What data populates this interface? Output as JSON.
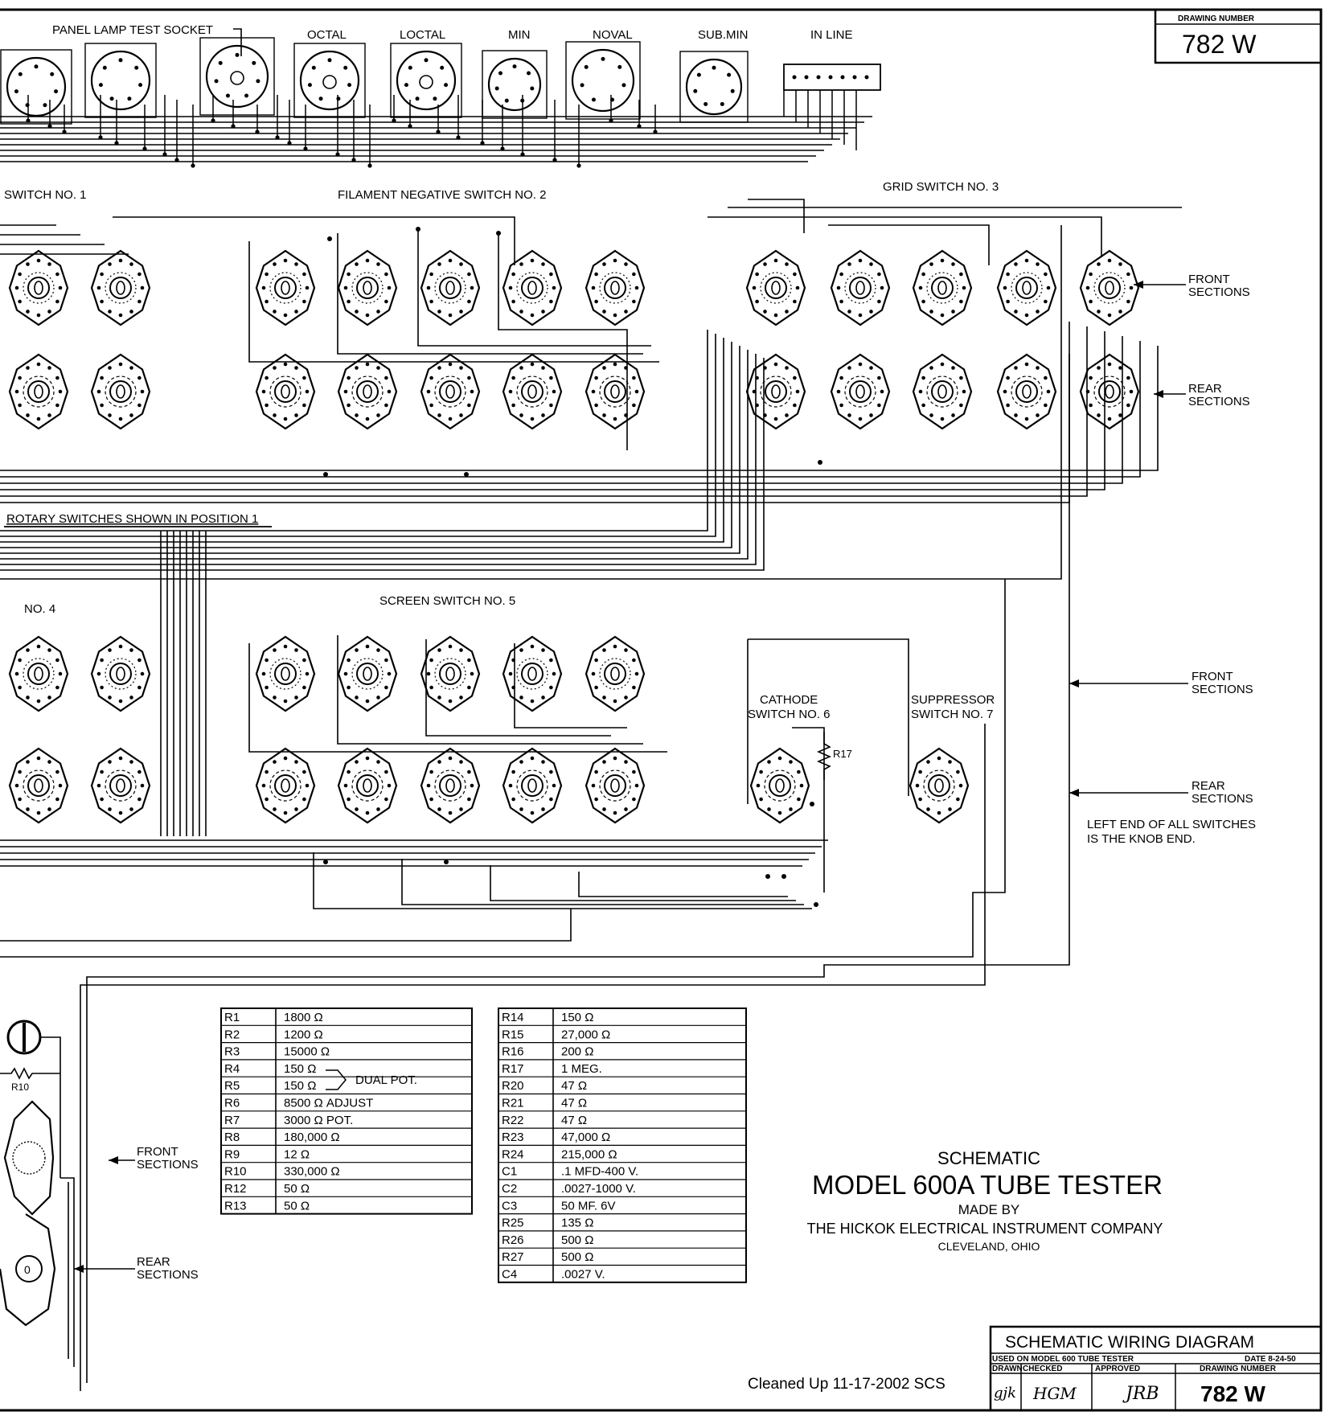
{
  "drawing_number_block": {
    "label": "DRAWING NUMBER",
    "number": "782 W"
  },
  "sockets": {
    "panel_lamp_label": "PANEL LAMP TEST SOCKET",
    "labels": [
      "OCTAL",
      "LOCTAL",
      "MIN",
      "NOVAL",
      "SUB.MIN",
      "IN LINE"
    ]
  },
  "switch_titles": {
    "sw1": "SWITCH NO. 1",
    "sw2": "FILAMENT NEGATIVE SWITCH NO. 2",
    "sw3": "GRID SWITCH NO. 3",
    "sw4": "NO. 4",
    "sw5": "SCREEN SWITCH NO. 5",
    "sw6_line1": "CATHODE",
    "sw6_line2": "SWITCH NO. 6",
    "sw7_line1": "SUPPRESSOR",
    "sw7_line2": "SWITCH NO. 7"
  },
  "note_position": "ROTARY SWITCHES SHOWN IN POSITION 1",
  "side_labels": {
    "front_1": "FRONT",
    "front_2": "SECTIONS",
    "rear_1": "REAR",
    "rear_2": "SECTIONS"
  },
  "knob_note": {
    "line1": "LEFT END OF ALL SWITCHES",
    "line2": "IS THE KNOB END."
  },
  "resistor_labels": {
    "r17": "R17",
    "r10": "R10"
  },
  "parts_table_1": [
    {
      "ref": "R1",
      "value": "1800 Ω"
    },
    {
      "ref": "R2",
      "value": "1200 Ω"
    },
    {
      "ref": "R3",
      "value": "15000 Ω"
    },
    {
      "ref": "R4",
      "value": "150 Ω"
    },
    {
      "ref": "R5",
      "value": "150 Ω"
    },
    {
      "ref": "R6",
      "value": "8500 Ω ADJUST"
    },
    {
      "ref": "R7",
      "value": "3000 Ω POT."
    },
    {
      "ref": "R8",
      "value": "180,000 Ω"
    },
    {
      "ref": "R9",
      "value": "12 Ω"
    },
    {
      "ref": "R10",
      "value": "330,000 Ω"
    },
    {
      "ref": "R12",
      "value": "50 Ω"
    },
    {
      "ref": "R13",
      "value": "50 Ω"
    }
  ],
  "dual_pot_note": "DUAL POT.",
  "parts_table_2": [
    {
      "ref": "R14",
      "value": "150 Ω"
    },
    {
      "ref": "R15",
      "value": "27,000 Ω"
    },
    {
      "ref": "R16",
      "value": "200 Ω"
    },
    {
      "ref": "R17",
      "value": "1 MEG."
    },
    {
      "ref": "R20",
      "value": "47 Ω"
    },
    {
      "ref": "R21",
      "value": "47 Ω"
    },
    {
      "ref": "R22",
      "value": "47 Ω"
    },
    {
      "ref": "R23",
      "value": "47,000 Ω"
    },
    {
      "ref": "R24",
      "value": "215,000 Ω"
    },
    {
      "ref": "C1",
      "value": ".1 MFD-400 V."
    },
    {
      "ref": "C2",
      "value": ".0027-1000 V."
    },
    {
      "ref": "C3",
      "value": "50 MF. 6V"
    },
    {
      "ref": "R25",
      "value": "135 Ω"
    },
    {
      "ref": "R26",
      "value": "500 Ω"
    },
    {
      "ref": "R27",
      "value": "500 Ω"
    },
    {
      "ref": "C4",
      "value": ".0027 V."
    }
  ],
  "title_block": {
    "line1": "SCHEMATIC",
    "line2": "MODEL 600A TUBE TESTER",
    "line3": "MADE BY",
    "line4": "THE HICKOK ELECTRICAL INSTRUMENT COMPANY",
    "line5": "CLEVELAND, OHIO"
  },
  "cleaned_note": "Cleaned Up 11-17-2002 SCS",
  "wiring_block": {
    "title": "SCHEMATIC WIRING DIAGRAM",
    "used_on": "USED ON MODEL 600 TUBE TESTER",
    "date": "DATE 8-24-50",
    "headers": [
      "DRAWN",
      "CHECKED",
      "APPROVED",
      "DRAWING NUMBER"
    ],
    "drawn": "gjk",
    "checked": "HGM",
    "approved": "JRB",
    "number": "782 W"
  }
}
